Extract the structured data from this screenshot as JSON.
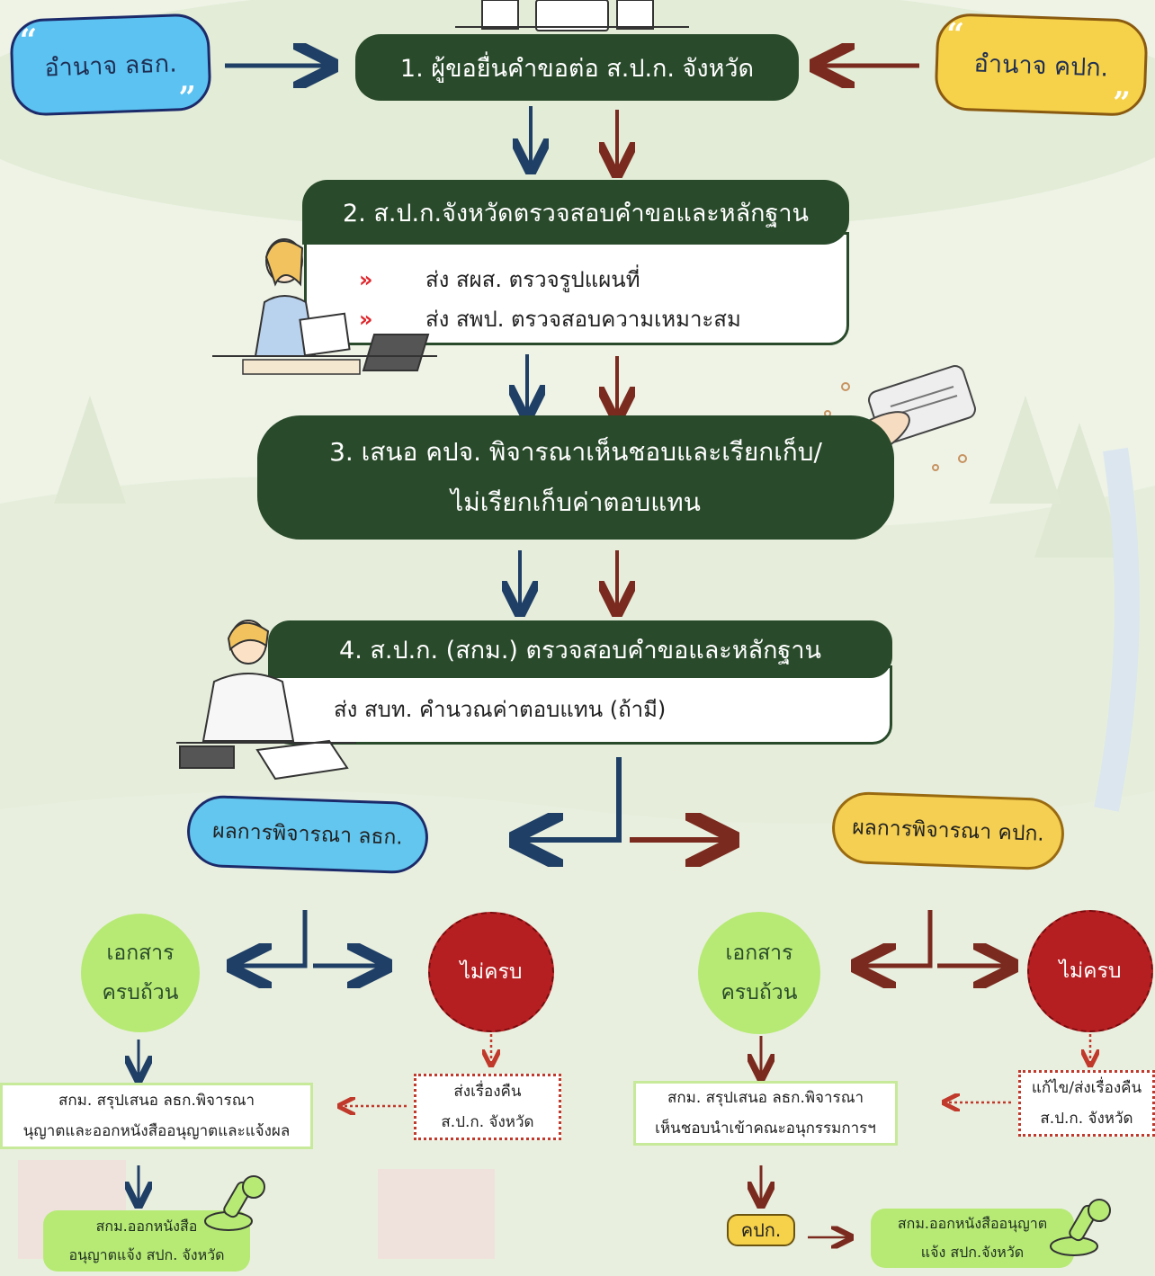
{
  "authorities": {
    "left": "อำนาจ ลธก.",
    "right": "อำนาจ คปก."
  },
  "steps": {
    "step1": "1. ผู้ขอยื่นคำขอต่อ ส.ป.ก. จังหวัด",
    "step2_title": "2. ส.ป.ก.จังหวัดตรวจสอบคำขอและหลักฐาน",
    "step2_items": [
      "ส่ง สผส. ตรวจรูปแผนที่",
      "ส่ง สพป. ตรวจสอบความเหมาะสม"
    ],
    "step3_line1": "3. เสนอ คปจ. พิจารณาเห็นชอบและเรียกเก็บ/",
    "step3_line2": "ไม่เรียกเก็บค่าตอบแทน",
    "step4_title": "4. ส.ป.ก. (สกม.) ตรวจสอบคำขอและหลักฐาน",
    "step4_item": "ส่ง สบท. คำนวณค่าตอบแทน (ถ้ามี)"
  },
  "results": {
    "left_title": "ผลการพิจารณา ลธก.",
    "right_title": "ผลการพิจารณา คปก."
  },
  "left_branch": {
    "complete_line1": "เอกสาร",
    "complete_line2": "ครบถ้วน",
    "incomplete": "ไม่ครบ",
    "summary_line1": "สกม. สรุปเสนอ ลธก.พิจารณา",
    "summary_line2": "นุญาตและออกหนังสืออนุญาตและแจ้งผล",
    "return_line1": "ส่งเรื่องคืน",
    "return_line2": "ส.ป.ก. จังหวัด",
    "issue_line1": "สกม.ออกหนังสือ",
    "issue_line2": "อนุญาตแจ้ง สปก. จังหวัด"
  },
  "right_branch": {
    "complete_line1": "เอกสาร",
    "complete_line2": "ครบถ้วน",
    "incomplete": "ไม่ครบ",
    "summary_line1": "สกม. สรุปเสนอ ลธก.พิจารณา",
    "summary_line2": "เห็นชอบนำเข้าคณะอนุกรรมการฯ",
    "return_line1": "แก้ไข/ส่งเรื่องคืน",
    "return_line2": "ส.ป.ก. จังหวัด",
    "committee": "คปก.",
    "issue_line1": "สกม.ออกหนังสืออนุญาต",
    "issue_line2": "แจ้ง สปก.จังหวัด"
  },
  "colors": {
    "dark_green": "#294a2b",
    "navy_arrow": "#1f3f66",
    "maroon_arrow": "#7a2a1e",
    "bullet_red": "#e0252b",
    "light_green": "#b6ea75",
    "red_circle": "#b51f22",
    "blue_badge": "#5bc2f2",
    "yellow_badge": "#f6d24a"
  },
  "icons": [
    "quote-icon",
    "chevron-double-right-icon",
    "stamp-icon"
  ]
}
